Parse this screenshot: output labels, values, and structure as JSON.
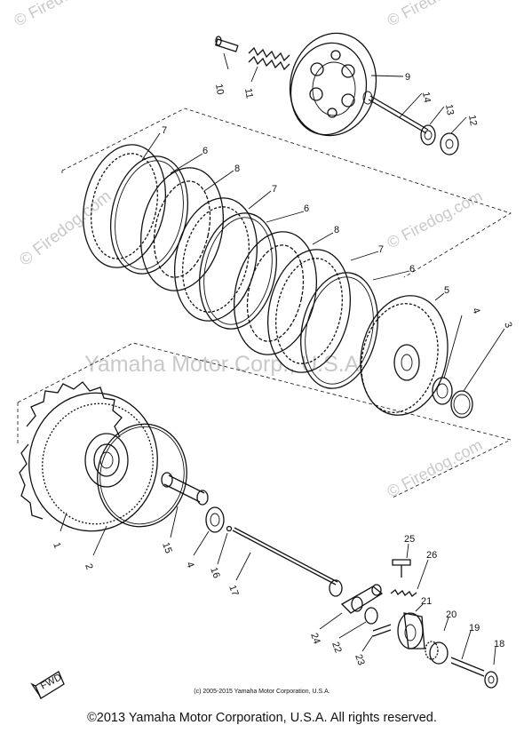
{
  "watermarks": {
    "site_1": "© Firedog.com",
    "site_2": "© Firedog.com",
    "site_3": "© Firedog.com",
    "site_4": "© Firedog.com",
    "site_5": "© Firedog.com",
    "company": "Yamaha Motor Corp., U.S.A."
  },
  "callouts": {
    "c1": "1",
    "c2": "2",
    "c3": "3",
    "c4a": "4",
    "c4b": "4",
    "c5": "5",
    "c6a": "6",
    "c6b": "6",
    "c6c": "6",
    "c7a": "7",
    "c7b": "7",
    "c7c": "7",
    "c8a": "8",
    "c8b": "8",
    "c9": "9",
    "c10": "10",
    "c11": "11",
    "c12": "12",
    "c13": "13",
    "c14": "14",
    "c15": "15",
    "c16": "16",
    "c17": "17",
    "c18": "18",
    "c19": "19",
    "c20": "20",
    "c21": "21",
    "c22": "22",
    "c23": "23",
    "c24": "24",
    "c25": "25",
    "c26": "26"
  },
  "fwd_label": "FWD",
  "footer": {
    "small": "(c) 2005-2015 Yamaha Motor Corporation, U.S.A.",
    "main": "©2013 Yamaha Motor Corporation, U.S.A. All rights reserved."
  }
}
